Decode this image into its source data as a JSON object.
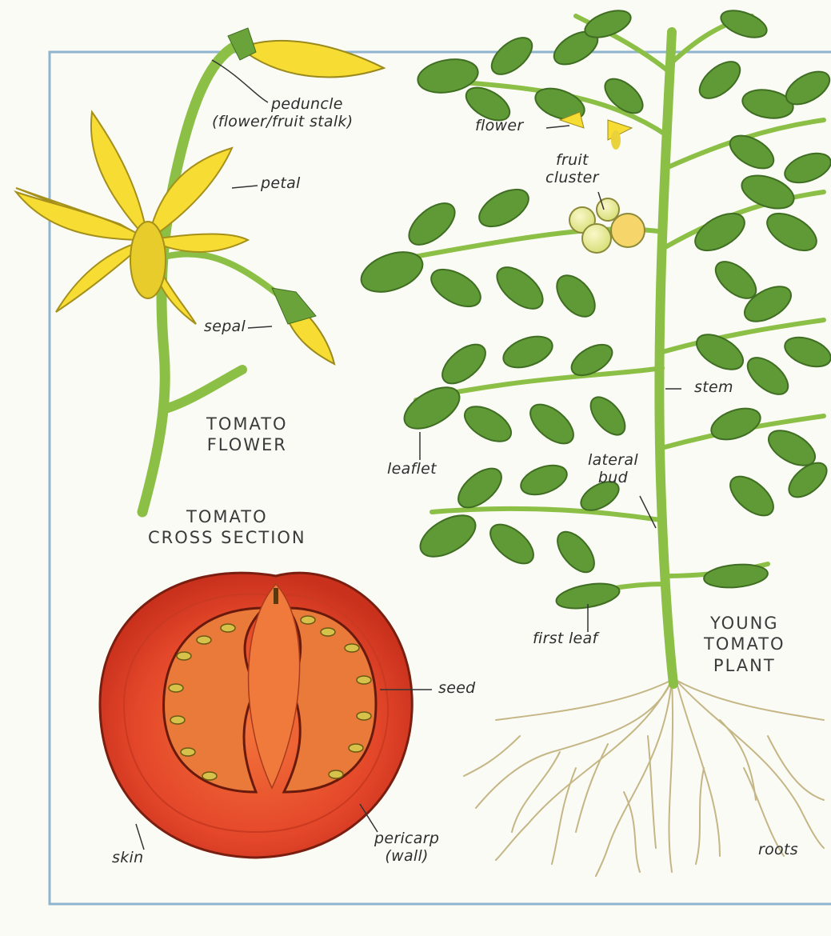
{
  "colors": {
    "frame": "#8fb4cf",
    "leaf": "#5f9a36",
    "leaf_dark": "#3f6e22",
    "stem": "#8cbf45",
    "petal": "#f6dc33",
    "tomato": "#e4472a",
    "tomato_inner": "#f07a3c",
    "seed": "#d6c24a",
    "root": "#c7b98c"
  },
  "titles": {
    "flower": [
      "TOMATO",
      "FLOWER"
    ],
    "cross_section": [
      "TOMATO",
      "CROSS SECTION"
    ],
    "plant": [
      "YOUNG",
      "TOMATO",
      "PLANT"
    ]
  },
  "labels": {
    "peduncle": [
      "peduncle",
      "(flower/fruit stalk)"
    ],
    "petal": "petal",
    "sepal": "sepal",
    "flower": "flower",
    "fruit_cluster": [
      "fruit",
      "cluster"
    ],
    "stem": "stem",
    "leaflet": "leaflet",
    "lateral_bud": [
      "lateral",
      "bud"
    ],
    "first_leaf": "first leaf",
    "seed": "seed",
    "skin": "skin",
    "pericarp": [
      "pericarp",
      "(wall)"
    ],
    "roots": "roots"
  }
}
